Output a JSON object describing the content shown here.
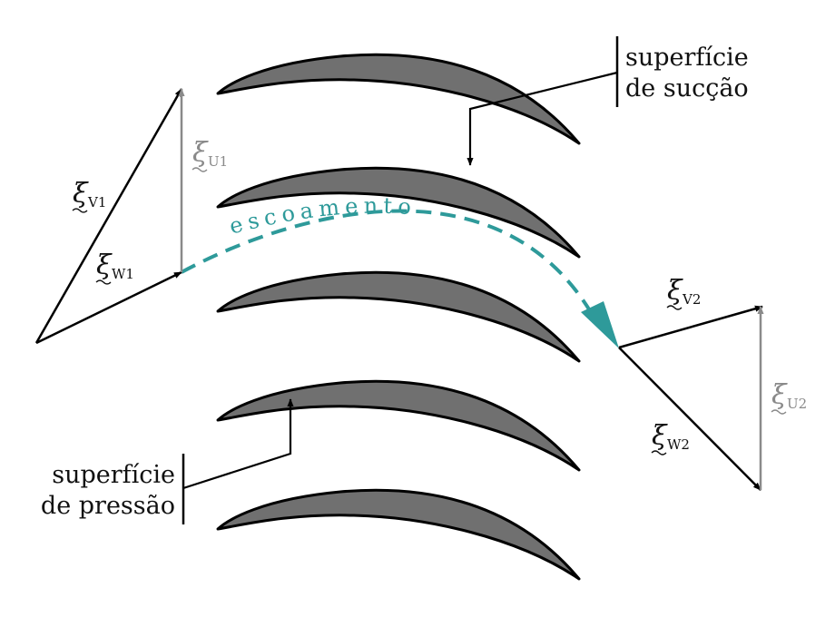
{
  "labels": {
    "suction_line1": "superfície",
    "suction_line2": "de sucção",
    "pressure_line1": "superfície",
    "pressure_line2": "de pressão",
    "flow": "escoamento"
  },
  "vectors": {
    "xi": "ξ",
    "v1": "V1",
    "w1": "W1",
    "u1": "U1",
    "v2": "V2",
    "w2": "W2",
    "u2": "U2"
  },
  "colors": {
    "blade": "#707070",
    "flow": "#2e9a9a",
    "u_vector": "#8a8a8a",
    "ink": "#000000"
  }
}
